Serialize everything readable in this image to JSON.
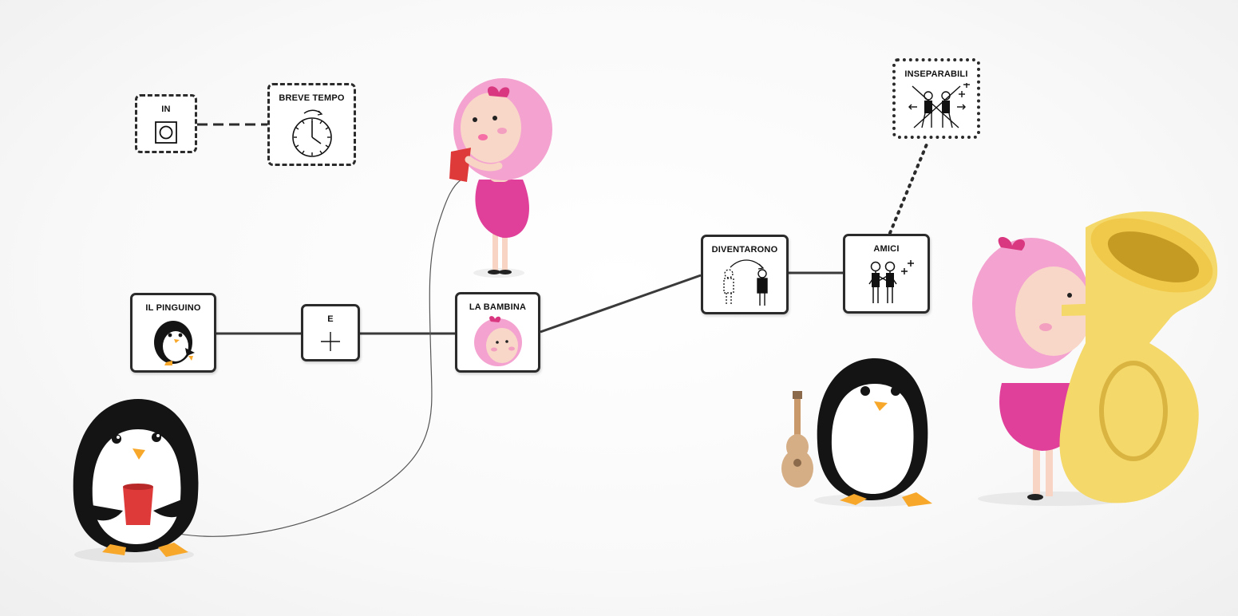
{
  "cards": {
    "in": {
      "label": "IN",
      "icon": "square-circle-icon"
    },
    "breve_tempo": {
      "label": "BREVE TEMPO",
      "icon": "clock-icon"
    },
    "il_pinguino": {
      "label": "IL PINGUINO",
      "icon": "penguin-icon"
    },
    "e": {
      "label": "E",
      "icon": "plus-icon"
    },
    "la_bambina": {
      "label": "LA BAMBINA",
      "icon": "girl-icon"
    },
    "diventarono": {
      "label": "DIVENTARONO",
      "icon": "become-icon"
    },
    "amici": {
      "label": "AMICI",
      "icon": "friends-icon"
    },
    "inseparabili": {
      "label": "INSEPARABILI",
      "icon": "inseparable-icon"
    }
  },
  "colors": {
    "card_border": "#2b2b2b",
    "penguin_body": "#141414",
    "penguin_beak": "#f7a82a",
    "girl_hair": "#f4a2cf",
    "girl_dress": "#e0409a",
    "cup": "#de3a3a",
    "tuba": "#f5d86a",
    "ukulele": "#d6ae86"
  }
}
